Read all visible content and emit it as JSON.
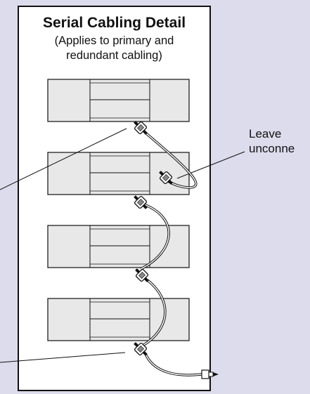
{
  "diagram": {
    "title": "Serial Cabling Detail",
    "subtitle_lines": [
      "(Applies to primary and",
      "redundant cabling)"
    ],
    "callout_lines": [
      "Leave",
      "unconne"
    ],
    "colors": {
      "background": "#dcdcec",
      "panel": "#ffffff",
      "unit_fill": "#e8e8e8",
      "line": "#111111"
    },
    "units": [
      "unit-1",
      "unit-2",
      "unit-3",
      "unit-4"
    ],
    "connectors": [
      "db9-connector",
      "db9-connector",
      "db9-connector",
      "db9-connector",
      "db9-connector",
      "db9-connector"
    ],
    "cable_end": "terminal-plug-icon"
  }
}
